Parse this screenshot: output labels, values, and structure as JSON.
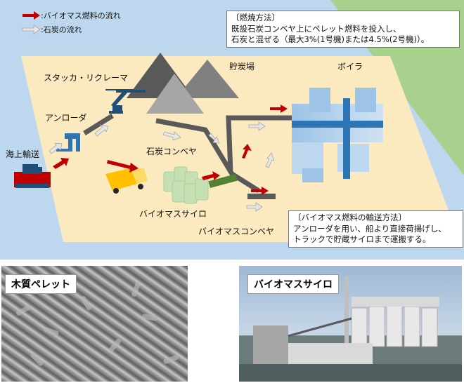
{
  "legend": {
    "biomass_flow": ":バイオマス燃料の流れ",
    "coal_flow": ":石炭の流れ"
  },
  "labels": {
    "stacker_reclaimer": "スタッカ・リクレーマ",
    "coal_yard": "貯炭場",
    "boiler": "ボイラ",
    "unloader": "アンローダ",
    "sea_transport": "海上輸送",
    "coal_conveyor": "石炭コンベヤ",
    "biomass_silo": "バイオマスサイロ",
    "biomass_conveyor": "バイオマスコンベヤ"
  },
  "combustion_box": {
    "title": "〔燃焼方法〕",
    "line1": "既設石炭コンベヤ上にペレット燃料を投入し、",
    "line2": "石炭と混ぜる（最大3%(1号機)または4.5%(2号機)）。"
  },
  "transport_box": {
    "title": "〔バイオマス燃料の輸送方法〕",
    "line1": "アンローダを用い、船より直接荷揚げし、",
    "line2": "トラックで貯蔵サイロまで運搬する。"
  },
  "photos": {
    "pellet_label": "木質ペレット",
    "silo_label": "バイオマスサイロ"
  },
  "colors": {
    "biomass_arrow": "#c00000",
    "coal_arrow": "#d9d9d9",
    "ground": "#fbeac0",
    "sky": "#bdd7ee",
    "grass": "#a9d18e"
  }
}
